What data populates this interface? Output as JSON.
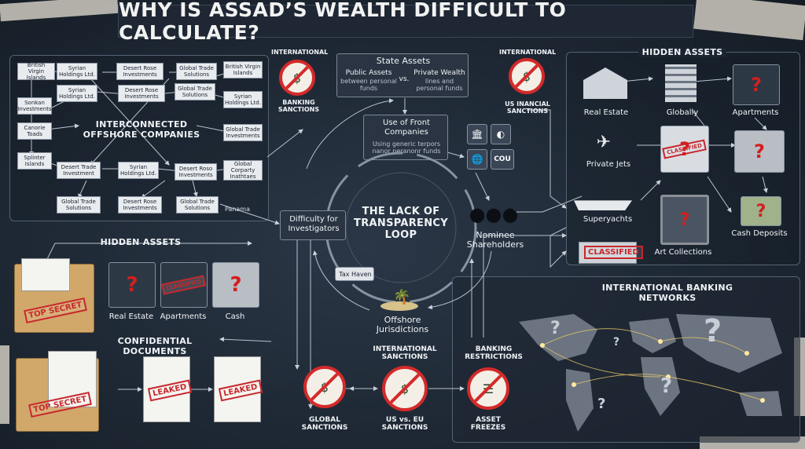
{
  "title": "WHY IS ASSAD’S WEALTH DIFFICULT TO CALCULATE?",
  "offshore": {
    "boxes": [
      "British Virgin Islands",
      "Syrian Holdings Ltd.",
      "Desert Rose Investments",
      "Global Trade Solutions",
      "British Virgin Islands",
      "Syrian Holdings Ltd.",
      "Desert Rose Investments",
      "Global Trade Solutions",
      "Syrian Holdings Ltd.",
      "Sonkan Investments",
      "Canorie Toads",
      "Global Trade Investments",
      "Splinter Islands",
      "Desert Trade Investment",
      "Syrian Holdings Ltd.",
      "Desert Roso Investments",
      "Global Corparty Inathtaes",
      "Global Trade Solutions",
      "Desert Rose Investments",
      "Global Trade Solutions"
    ],
    "label": "INTERCONNECTED OFFSHORE COMPANIES",
    "panama": "Panama"
  },
  "intl_banking_sanctions": {
    "top": "INTERNATIONAL",
    "bottom": "BANKING SANCTIONS"
  },
  "state_assets": {
    "title": "State Assets",
    "public": "Public Assets",
    "public_sub": "between personal funds",
    "vs": "vs.",
    "private": "Private Wealth",
    "private_sub": "lines and personal funds"
  },
  "us_sanctions": {
    "top": "INTERNATIONAL",
    "bottom": "US INANCIAL SANCTIONS"
  },
  "front": {
    "title": "Use of Front Companies",
    "sub": "Using generic terpors nanor peranonr funds"
  },
  "bank_logo_text": "COU",
  "center": {
    "title": "THE LACK OF TRANSPARENCY LOOP"
  },
  "investigators": "Difficulty for Investigators",
  "nominee": "Nominee Shareholders",
  "tax_haven": "Tax Haven",
  "offshore_juris": "Offshore Jurisdictions",
  "hidden_left": {
    "header": "HIDDEN ASSETS",
    "real_estate": "Real Estate",
    "apartments": "Apartments",
    "cash": "Cash",
    "top_secret": "TOP SECRET",
    "classified": "CLASSIFIED"
  },
  "confidential": {
    "header": "CONFIDENTIAL DOCUMENTS",
    "top_secret": "TOP SECRET",
    "leaked1": "LEAKED",
    "leaked2": "LEAKED"
  },
  "bottom_sanctions": {
    "intl": "INTERNATIONAL SANCTIONS",
    "global": "GLOBAL SANCTIONS",
    "useu": "US vs. EU SANCTIONS",
    "banking": "BANKING RESTRICTIONS",
    "freezes": "ASSET FREEZES"
  },
  "hidden_right": {
    "header": "HIDDEN ASSETS",
    "real_estate": "Real Estate",
    "globally": "Globally",
    "apartments": "Apartments",
    "jets": "Private Jets",
    "yachts": "Superyachts",
    "cash": "Cash Deposits",
    "art": "Art Collections",
    "classified": "CLASSIFIED",
    "classified_box": "CLASSIFIED"
  },
  "banking_networks": "INTERNATIONAL BANKING NETWORKS",
  "colors": {
    "accent_red": "#d42a2a",
    "panel": "#1e2733",
    "map": "#6b7480"
  }
}
